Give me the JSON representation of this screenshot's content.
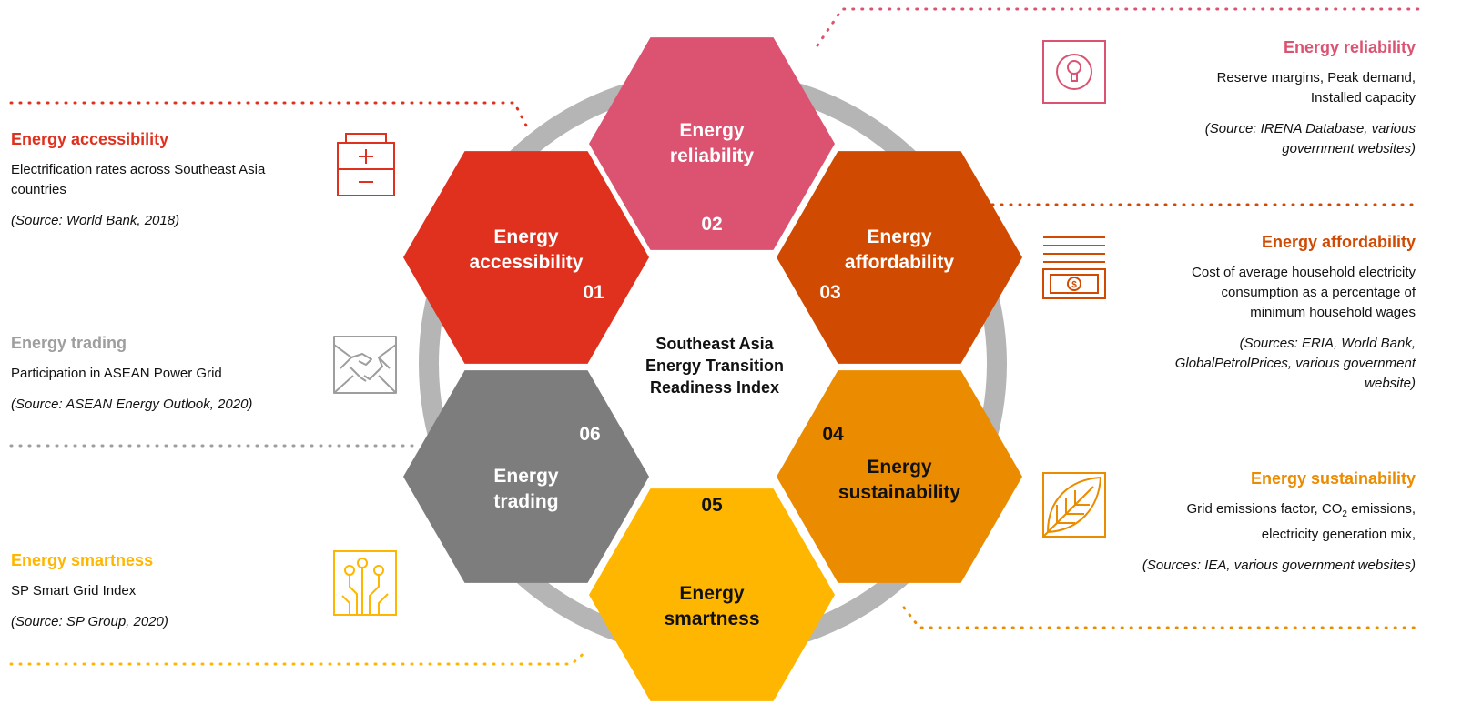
{
  "center": {
    "line1": "Southeast Asia",
    "line2": "Energy Transition",
    "line3": "Readiness Index"
  },
  "colors": {
    "reliability": "#DC5371",
    "accessibility": "#E0301E",
    "affordability": "#D04A02",
    "sustainability": "#EB8C00",
    "smartness": "#FFB600",
    "trading": "#7D7D7D",
    "ring": "#B5B5B5"
  },
  "hexagons": [
    {
      "key": "reliability",
      "line1": "Energy",
      "line2": "reliability",
      "number": "02"
    },
    {
      "key": "accessibility",
      "line1": "Energy",
      "line2": "accessibility",
      "number": "01"
    },
    {
      "key": "affordability",
      "line1": "Energy",
      "line2": "affordability",
      "number": "03"
    },
    {
      "key": "trading",
      "line1": "Energy",
      "line2": "trading",
      "number": "06"
    },
    {
      "key": "sustainability",
      "line1": "Energy",
      "line2": "sustainability",
      "number": "04"
    },
    {
      "key": "smartness",
      "line1": "Energy",
      "line2": "smartness",
      "number": "05"
    }
  ],
  "panels": {
    "accessibility": {
      "title": "Energy accessibility",
      "desc": "Electrification rates across Southeast Asia countries",
      "source": "(Source: World Bank, 2018)",
      "icon": "first-aid-kit-icon"
    },
    "trading": {
      "title": "Energy trading",
      "desc": "Participation in ASEAN Power Grid",
      "source": "(Source: ASEAN Energy Outlook, 2020)",
      "icon": "handshake-icon"
    },
    "smartness": {
      "title": "Energy smartness",
      "desc": "SP Smart Grid Index",
      "source": "(Source: SP Group, 2020)",
      "icon": "circuit-icon"
    },
    "reliability": {
      "title": "Energy reliability",
      "desc_line1": "Reserve margins, Peak demand,",
      "desc_line2": "Installed capacity",
      "source_line1": "(Source: IRENA Database, various",
      "source_line2": "government websites)",
      "icon": "power-outlet-icon"
    },
    "affordability": {
      "title": "Energy affordability",
      "desc_line1": "Cost of average household electricity",
      "desc_line2": "consumption as a percentage of",
      "desc_line3": "minimum household wages",
      "source_line1": "(Sources: ERIA, World Bank,",
      "source_line2": "GlobalPetrolPrices, various government",
      "source_line3": "website)",
      "icon": "money-icon"
    },
    "sustainability": {
      "title": "Energy sustainability",
      "desc_pre": "Grid emissions factor, CO",
      "desc_sub": "2",
      "desc_post": " emissions,",
      "desc_line2": "electricity generation mix,",
      "source": "(Sources: IEA, various government websites)",
      "icon": "leaf-icon"
    }
  }
}
